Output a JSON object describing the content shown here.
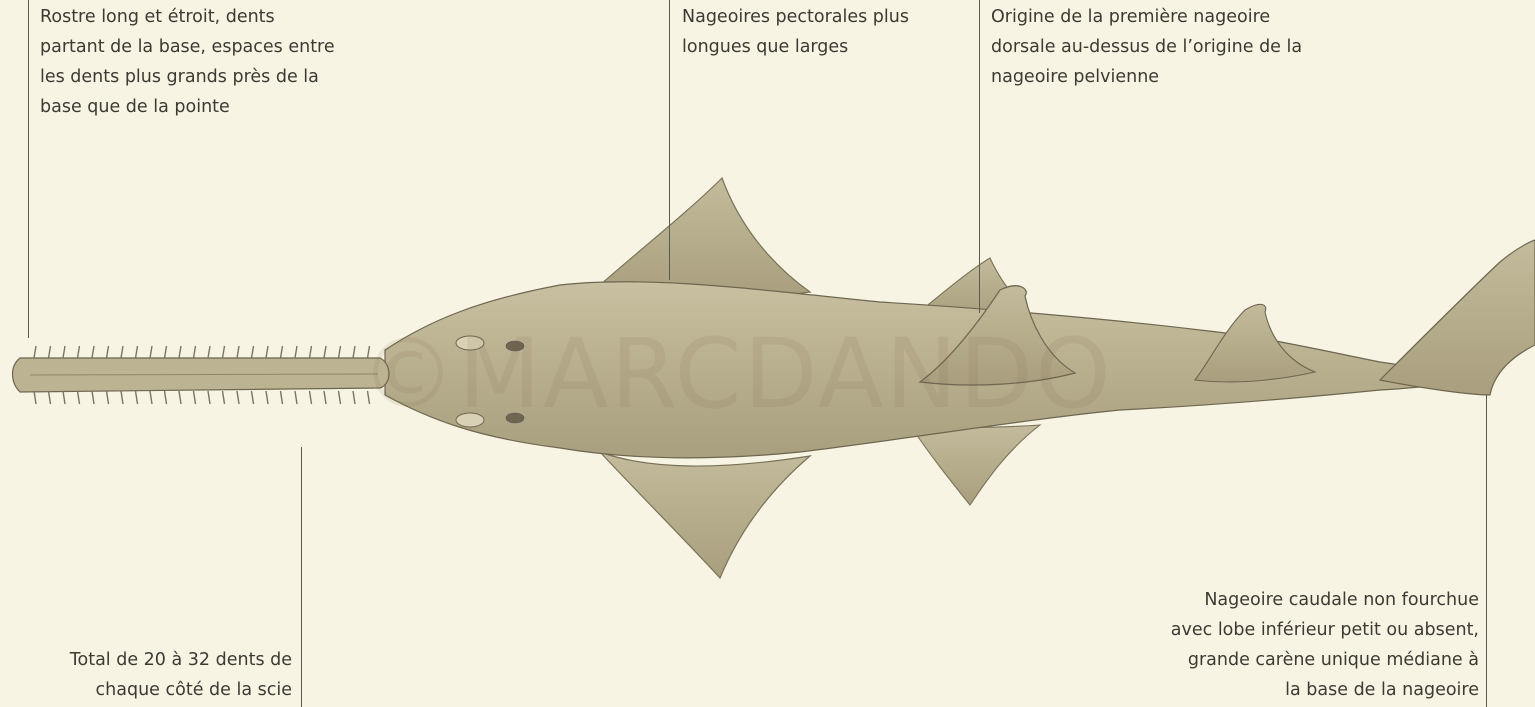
{
  "labels": {
    "rostrum": [
      "Rostre long et étroit, dents",
      "partant de la base, espaces entre",
      "les dents plus grands près de la",
      "base que de la pointe"
    ],
    "pectoral": [
      "Nageoires pectorales plus",
      "longues que larges"
    ],
    "dorsal": [
      "Origine de la première nageoire",
      "dorsale au-dessus de l’origine de la",
      "nageoire pelvienne"
    ],
    "teeth": [
      "Total de 20 à 32 dents de",
      "chaque côté de la scie"
    ],
    "caudal": [
      "Nageoire caudale non fourchue",
      "avec lobe inférieur petit ou absent,",
      "grande carène unique médiane à",
      "la base de la nageoire"
    ]
  },
  "watermark": "©MARCDANDO",
  "colors": {
    "background": "#f7f4e4",
    "body": "#b9b08f",
    "outline": "#6e6650",
    "text": "#3c3a33",
    "leader": "#5b5a52"
  }
}
